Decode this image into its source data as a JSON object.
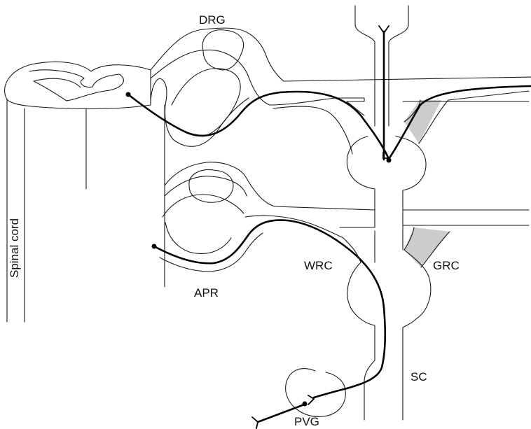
{
  "labels": {
    "drg": "DRG",
    "spinal_cord": "Spinal cord",
    "wrc": "WRC",
    "grc": "GRC",
    "apr": "APR",
    "sc": "SC",
    "pvg": "PVG"
  },
  "colors": {
    "stroke": "#1a1a1a",
    "neuron": "#000000",
    "shaded_region": "#cccccc"
  }
}
